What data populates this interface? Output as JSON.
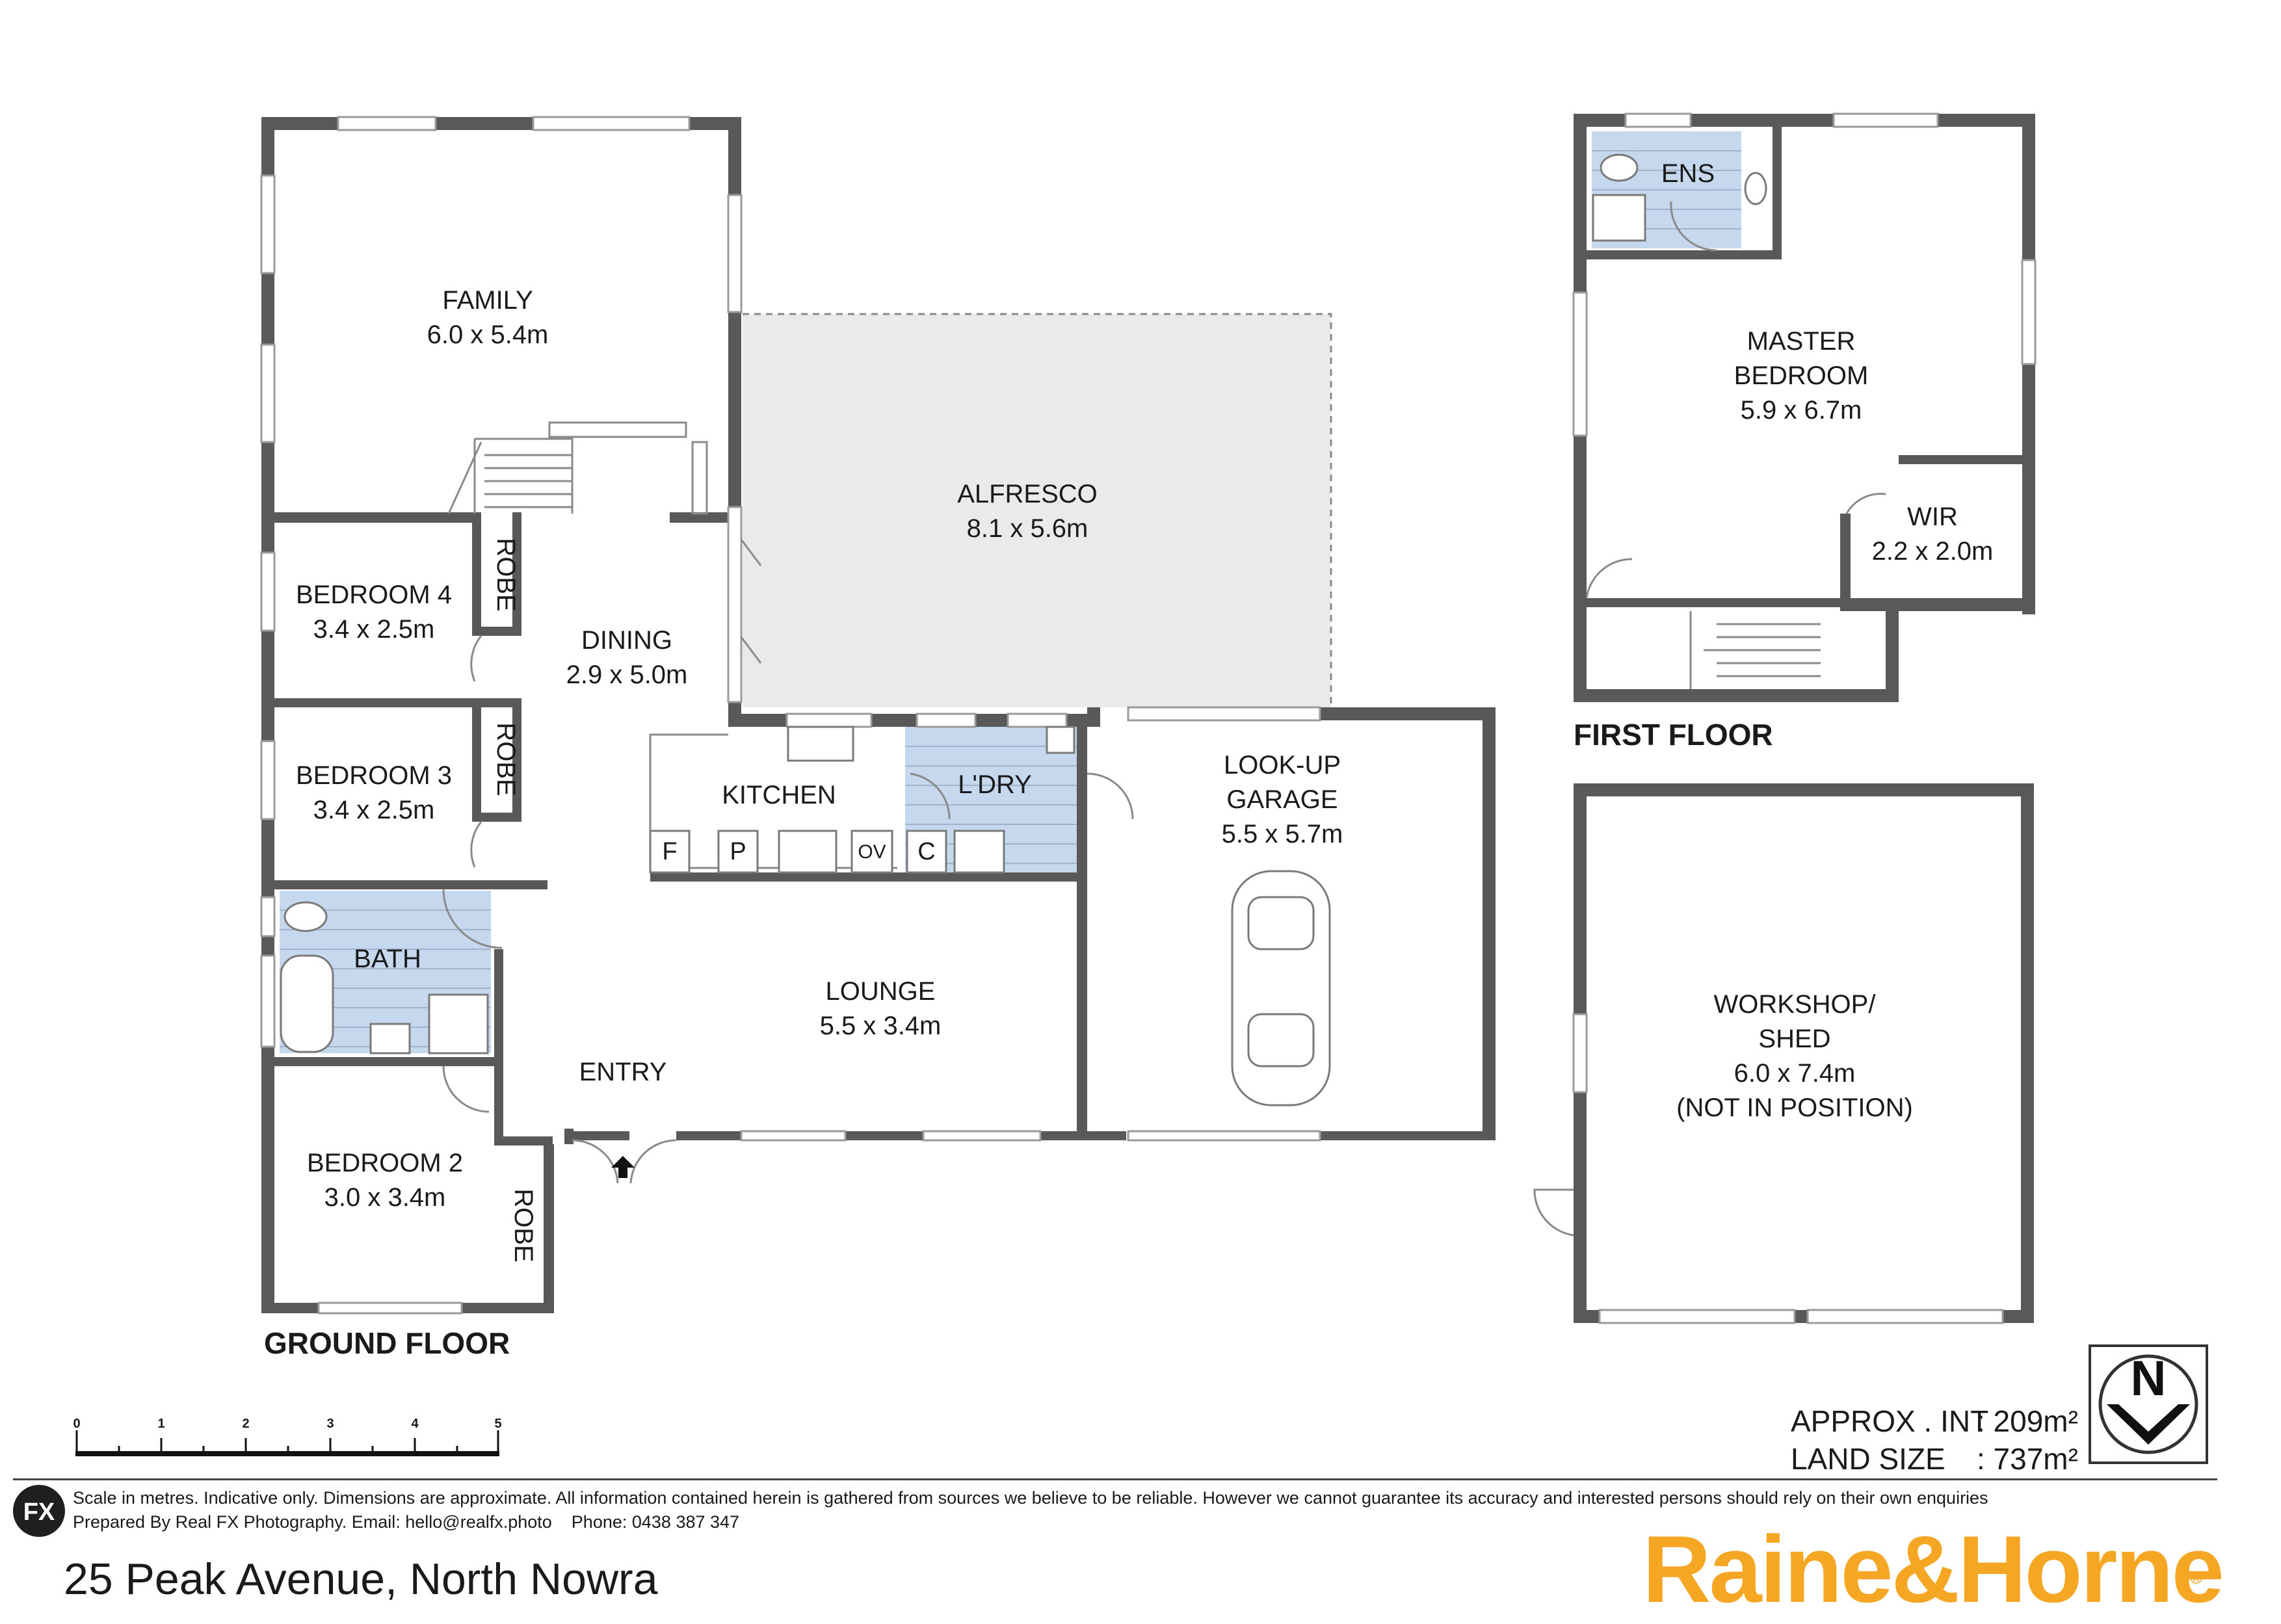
{
  "rooms": {
    "family": {
      "name": "FAMILY",
      "dims": "6.0 x 5.4m"
    },
    "alfresco": {
      "name": "ALFRESCO",
      "dims": "8.1 x 5.6m"
    },
    "bedroom4": {
      "name": "BEDROOM 4",
      "dims": "3.4 x 2.5m"
    },
    "dining": {
      "name": "DINING",
      "dims": "2.9 x 5.0m"
    },
    "bedroom3": {
      "name": "BEDROOM 3",
      "dims": "3.4 x 2.5m"
    },
    "kitchen": {
      "name": "KITCHEN"
    },
    "laundry": {
      "name": "L'DRY"
    },
    "garage": {
      "name_line1": "LOOK-UP",
      "name_line2": "GARAGE",
      "dims": "5.5 x 5.7m"
    },
    "bath": {
      "name": "BATH"
    },
    "lounge": {
      "name": "LOUNGE",
      "dims": "5.5 x 3.4m"
    },
    "entry": {
      "name": "ENTRY"
    },
    "bedroom2": {
      "name": "BEDROOM 2",
      "dims": "3.0 x 3.4m"
    },
    "ensuite": {
      "name": "ENS"
    },
    "master": {
      "name_line1": "MASTER",
      "name_line2": "BEDROOM",
      "dims": "5.9 x 6.7m"
    },
    "wir": {
      "name": "WIR",
      "dims": "2.2 x 2.0m"
    },
    "workshop": {
      "name_line1": "WORKSHOP/",
      "name_line2": "SHED",
      "dims": "6.0 x 7.4m",
      "note": "(NOT IN POSITION)"
    }
  },
  "robe_label": "ROBE",
  "fixtures": {
    "fridge": "F",
    "pantry": "P",
    "oven": "OV",
    "cupboard": "C"
  },
  "floors": {
    "ground": "GROUND FLOOR",
    "first": "FIRST FLOOR"
  },
  "scale_bar": {
    "ticks": [
      "0",
      "1",
      "2",
      "3",
      "4",
      "5"
    ]
  },
  "areas": {
    "internal_label": "APPROX . INT",
    "internal_value": ": 209m²",
    "land_label": "LAND SIZE",
    "land_value": ": 737m²"
  },
  "compass": {
    "letter": "N"
  },
  "footer": {
    "disclaimer": "Scale in metres. Indicative only. Dimensions are approximate. All information contained herein is gathered from sources we believe to be reliable. However we cannot guarantee its accuracy and interested persons should rely on their own enquiries",
    "prepared_by": "Prepared By Real FX Photography. Email: hello@realfx.photo    Phone: 0438 387 347"
  },
  "address": "25 Peak Avenue, North Nowra",
  "brand": {
    "name": "Raine&Horne",
    "mark": "®",
    "fx_logo": "FX"
  },
  "colors": {
    "wall": "#595959",
    "wet_tile": "#c6d8ee",
    "alfresco": "#e9eaec",
    "brand": "#f5a623"
  }
}
